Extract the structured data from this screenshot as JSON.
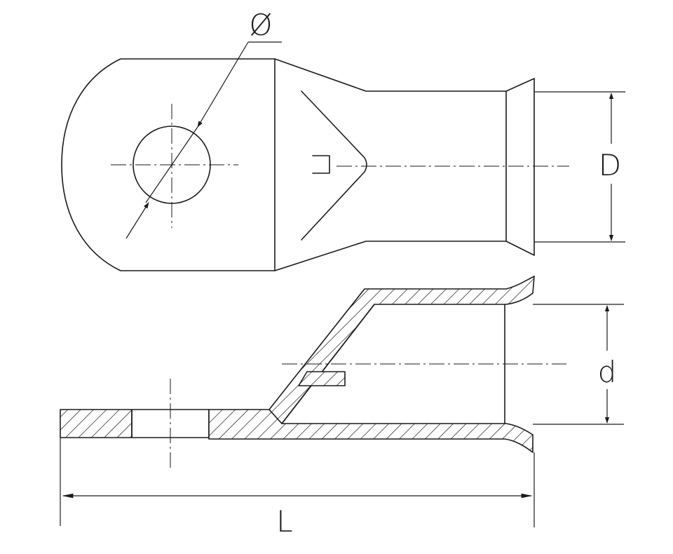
{
  "labels": {
    "hole_diameter": "Ø",
    "outer_diameter": "D",
    "inner_diameter": "d",
    "length": "L"
  },
  "colors": {
    "line": "#1a1a1a",
    "background": "#ffffff"
  }
}
